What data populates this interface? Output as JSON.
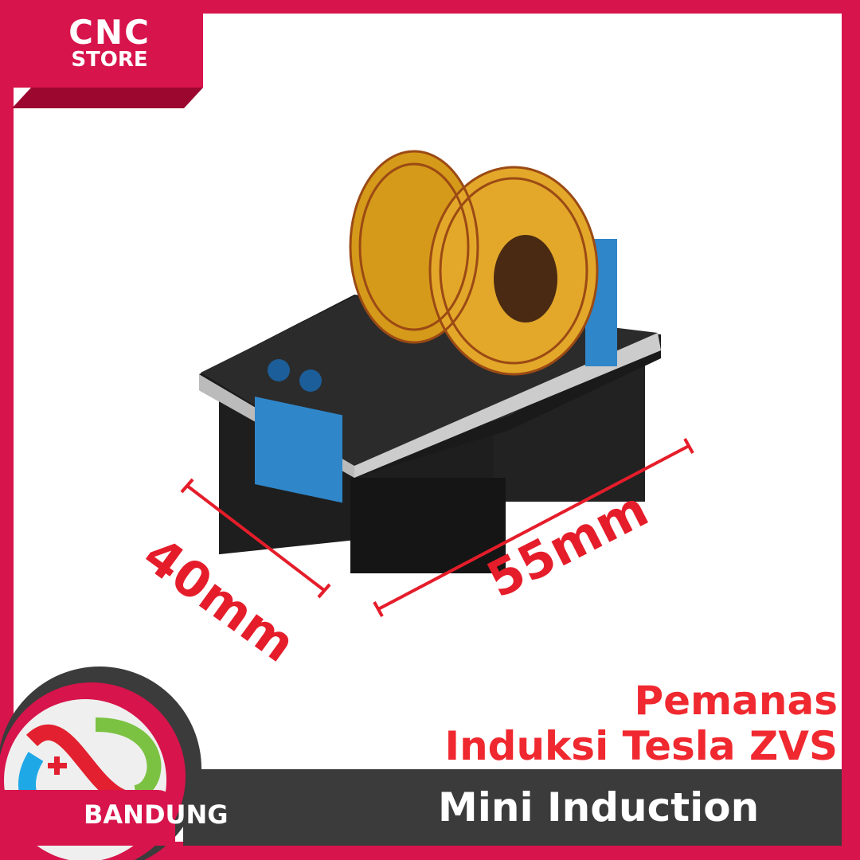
{
  "badge": {
    "brand_line1": "CNC",
    "brand_line2": "STORE"
  },
  "dimensions": {
    "width_label": "40mm",
    "length_label": "55mm"
  },
  "product": {
    "title_line1": "Pemanas",
    "title_line2": "Induksi Tesla ZVS",
    "subtitle": "Mini Induction"
  },
  "footer": {
    "city": "BANDUNG"
  },
  "colors": {
    "frame": "#d7144b",
    "accent_text": "#f0282f",
    "band": "#3b3b3b"
  }
}
